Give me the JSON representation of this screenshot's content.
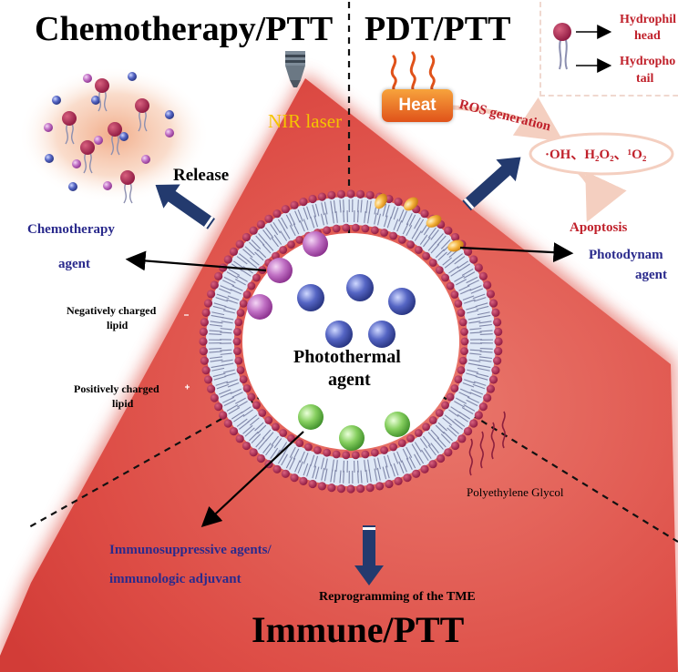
{
  "titles": {
    "chemo": "Chemotherapy/PTT",
    "pdt": "PDT/PTT",
    "immune": "Immune/PTT"
  },
  "legend": {
    "head_l1": "Hydrophil",
    "head_l2": "head",
    "tail_l1": "Hydropho",
    "tail_l2": "tail"
  },
  "labels": {
    "heat": "Heat",
    "nir": "NIR laser",
    "ros": "ROS generation",
    "ros_species": "·OH、H₂O₂、¹O₂",
    "apoptosis": "Apoptosis",
    "release": "Release",
    "chemo_agent_l1": "Chemotherapy",
    "chemo_agent_l2": "agent",
    "pdt_agent_l1": "Photodynam",
    "pdt_agent_l2": "agent",
    "neg_lipid_l1": "Negatively charged",
    "neg_lipid_l2": "lipid",
    "pos_lipid_l1": "Positively charged",
    "pos_lipid_l2": "lipid",
    "photothermal_l1": "Photothermal",
    "photothermal_l2": "agent",
    "peg": "Polyethylene Glycol",
    "immuno_l1": "Immunosuppressive agents/",
    "immuno_l2": "immunologic adjuvant",
    "tme": "Reprogramming of the TME"
  },
  "colors": {
    "tumor": "#e0554f",
    "lipid_head": "#a3234f",
    "navy": "#233a6e",
    "text_red": "#c0212b",
    "text_blue": "#2a2a8c",
    "nir": "#f5c400",
    "chemo_drug": "#b24fb3",
    "photothermal_drug": "#3d4fb0",
    "immune_drug": "#6cc04a",
    "pdt_drug": "#f2b030"
  }
}
